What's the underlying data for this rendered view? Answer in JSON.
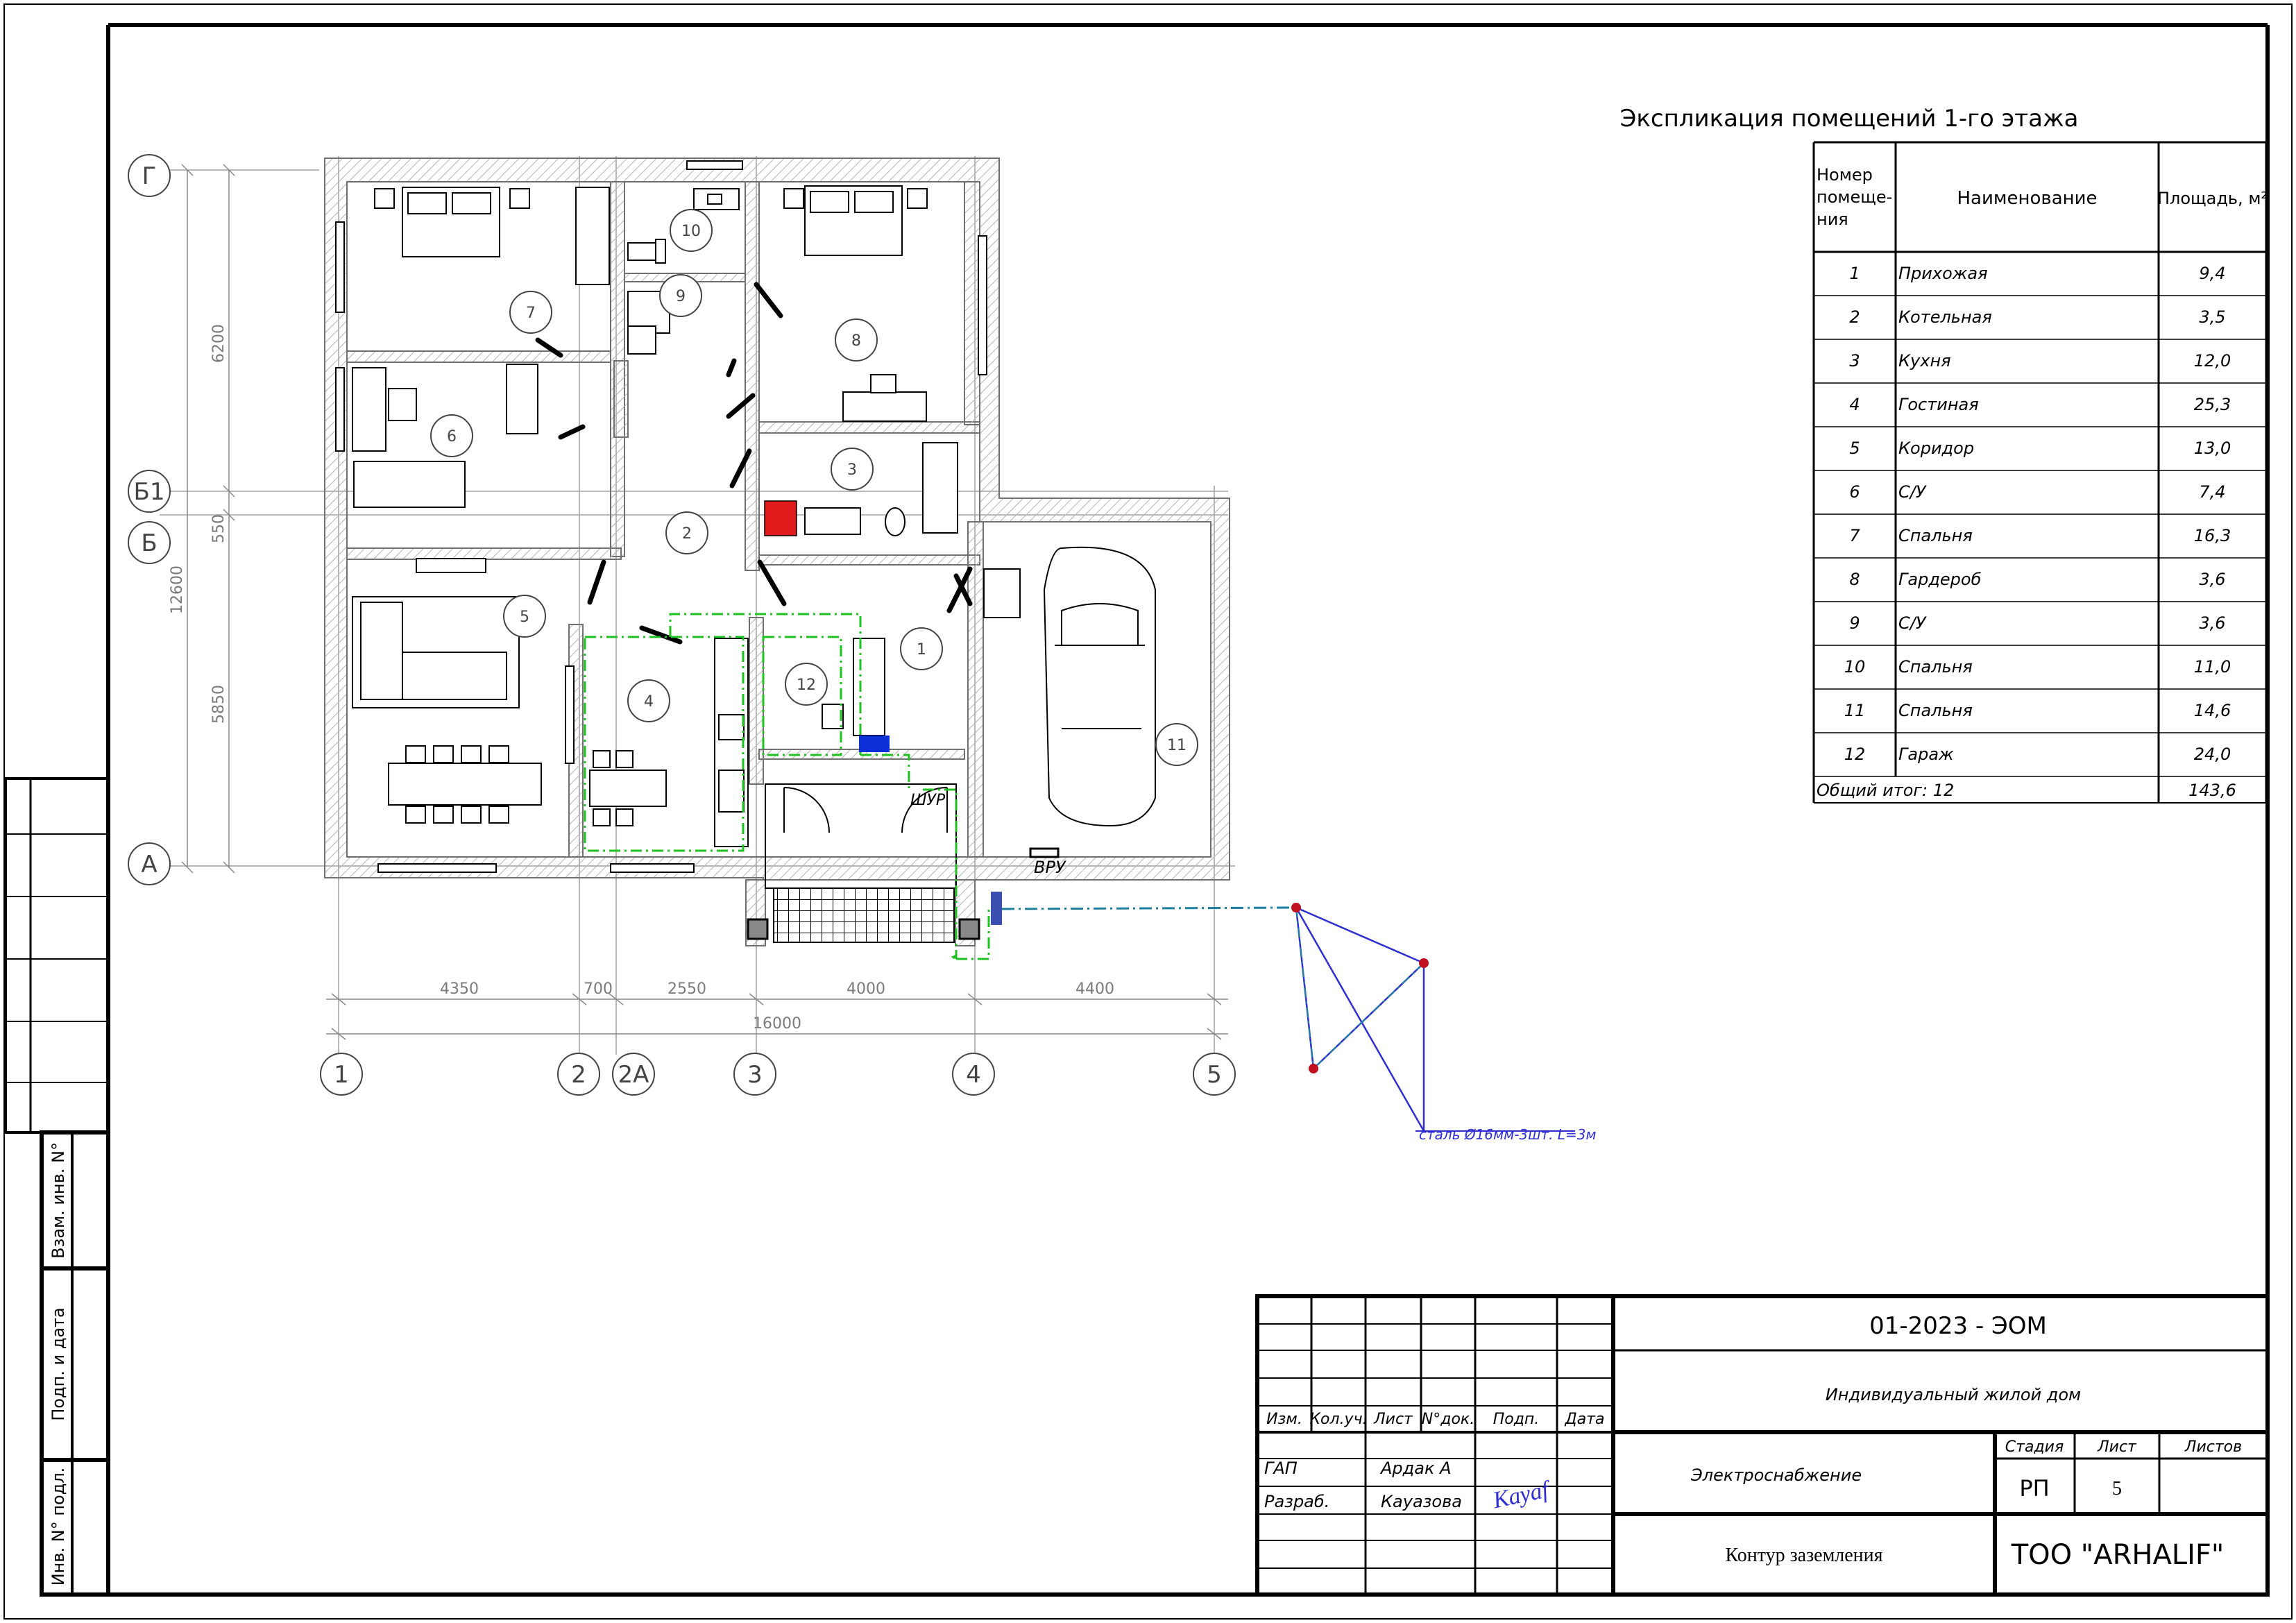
{
  "explication": {
    "title": "Экспликация помещений 1-го этажа",
    "headers": {
      "number": [
        "Номер",
        "помеще-",
        "ния"
      ],
      "name": "Наименование",
      "area": "Площадь, м²"
    },
    "rows": [
      {
        "n": "1",
        "name": "Прихожая",
        "area": "9,4"
      },
      {
        "n": "2",
        "name": "Котельная",
        "area": "3,5"
      },
      {
        "n": "3",
        "name": "Кухня",
        "area": "12,0"
      },
      {
        "n": "4",
        "name": "Гостиная",
        "area": "25,3"
      },
      {
        "n": "5",
        "name": "Коридор",
        "area": "13,0"
      },
      {
        "n": "6",
        "name": "С/У",
        "area": "7,4"
      },
      {
        "n": "7",
        "name": "Спальня",
        "area": "16,3"
      },
      {
        "n": "8",
        "name": "Гардероб",
        "area": "3,6"
      },
      {
        "n": "9",
        "name": "С/У",
        "area": "3,6"
      },
      {
        "n": "10",
        "name": "Спальня",
        "area": "11,0"
      },
      {
        "n": "11",
        "name": "Спальня",
        "area": "14,6"
      },
      {
        "n": "12",
        "name": "Гараж",
        "area": "24,0"
      }
    ],
    "total_label": "Общий итог: 12",
    "total_area": "143,6"
  },
  "plan": {
    "axes_h": [
      "1",
      "2",
      "2А",
      "3",
      "4",
      "5"
    ],
    "axes_v": [
      "Г",
      "Б1",
      "Б",
      "А"
    ],
    "dims_bottom": [
      "4350",
      "700",
      "2550",
      "4000",
      "4400"
    ],
    "dim_total": "16000",
    "dims_left": [
      "6200",
      "550",
      "5850"
    ],
    "dim_left_total": "12600",
    "room_numbers": [
      "1",
      "2",
      "3",
      "4",
      "5",
      "6",
      "7",
      "8",
      "9",
      "10",
      "11",
      "12"
    ],
    "label_vru": "ВРУ",
    "label_shup": "ШУР",
    "ground_note": "сталь Ø16мм-3шт. L=3м"
  },
  "side_stamp": {
    "labels": [
      "Взам. инв. N°",
      "Подп. и дата",
      "Инв. N° подл."
    ]
  },
  "title_block": {
    "code": "01-2023 - ЭОМ",
    "object": "Индивидуальный жилой дом",
    "section": "Электроснабжение",
    "sheet_title": "Контур заземления",
    "company": "ТОО \"ARHALIF\"",
    "col_headers": [
      "Изм.",
      "Кол.уч.",
      "Лист",
      "N°док.",
      "Подп.",
      "Дата"
    ],
    "roles": [
      {
        "role": "ГАП",
        "name": "Ардак А"
      },
      {
        "role": "Разраб.",
        "name": "Кауазова"
      }
    ],
    "signature": "Кауаf",
    "stage_headers": [
      "Стадия",
      "Лист",
      "Листов"
    ],
    "stage": "РП",
    "sheet": "5",
    "sheets": ""
  },
  "colors": {
    "wall": "#7f7f7f",
    "grid": "#9a9a9a",
    "green": "#1fc31f",
    "blue": "#2f2fd0",
    "cable": "#1e7fa0",
    "electrode": "#c01020",
    "panel_blue": "#0a2fd6",
    "boiler_red": "#e01a1a"
  }
}
